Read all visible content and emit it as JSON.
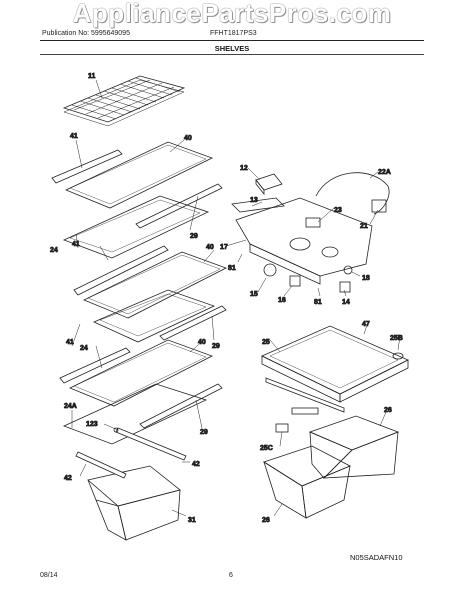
{
  "watermark": "AppliancePartsPros.com",
  "header": {
    "publication": "Publication No: 5995649095",
    "model": "FFHT1817PS3",
    "section_title": "SHELVES"
  },
  "drawing_code": "N05SADAFN10",
  "footer": {
    "date": "08/14",
    "page": "6"
  },
  "callouts": {
    "c11": "11",
    "c41a": "41",
    "c40a": "40",
    "c29a": "29",
    "c24a": "24",
    "c41b": "41",
    "c40b": "40",
    "c17": "17",
    "c29b": "29",
    "c24b": "24",
    "c41c": "41",
    "c40c": "40",
    "c24A": "24A",
    "c123": "123",
    "c29c": "29",
    "c42a": "42",
    "c42b": "42",
    "c31": "31",
    "c12": "12",
    "c22A": "22A",
    "c13": "13",
    "c23": "23",
    "c21": "21",
    "c81a": "81",
    "c15": "15",
    "c16": "16",
    "c81b": "81",
    "c14": "14",
    "c18": "18",
    "c47": "47",
    "c25": "25",
    "c25B": "25B",
    "c26a": "26",
    "c25C": "25C",
    "c26b": "26"
  }
}
